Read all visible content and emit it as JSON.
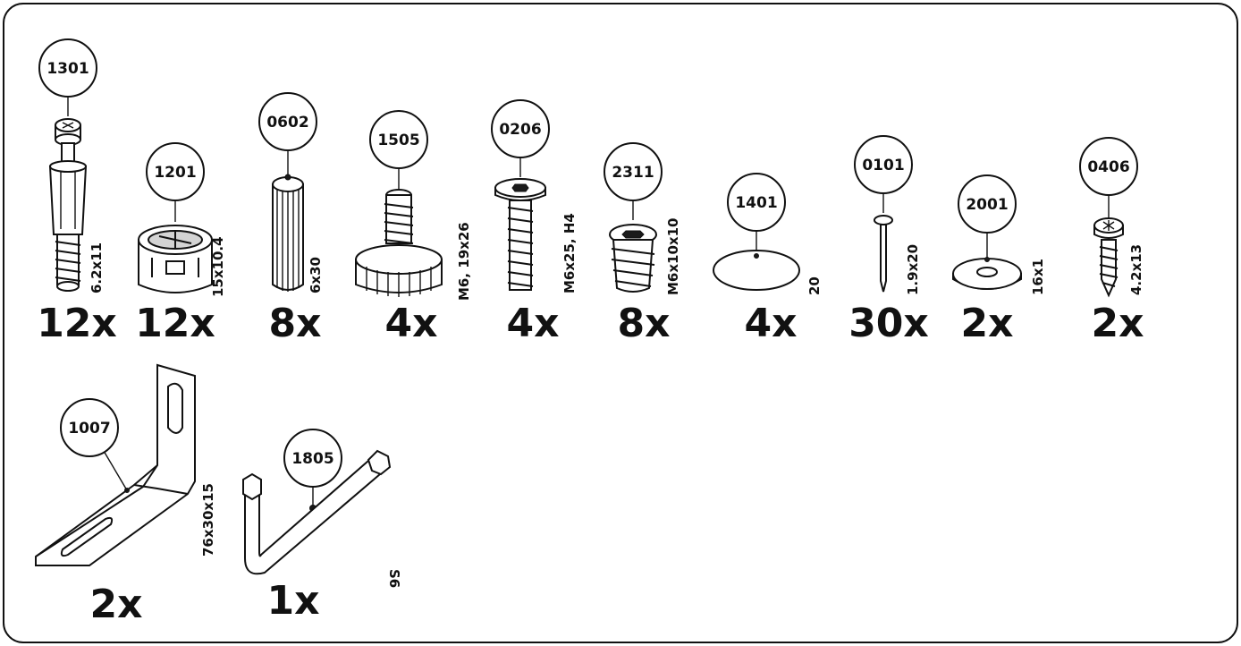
{
  "parts": [
    {
      "code": "1301",
      "dimension": "6.2x11",
      "quantity": "12x"
    },
    {
      "code": "1201",
      "dimension": "15x10.4",
      "quantity": "12x"
    },
    {
      "code": "0602",
      "dimension": "6x30",
      "quantity": "8x"
    },
    {
      "code": "1505",
      "dimension": "M6, 19x26",
      "quantity": "4x"
    },
    {
      "code": "0206",
      "dimension": "M6x25, H4",
      "quantity": "4x"
    },
    {
      "code": "2311",
      "dimension": "M6x10x10",
      "quantity": "8x"
    },
    {
      "code": "1401",
      "dimension": "20",
      "quantity": "4x"
    },
    {
      "code": "0101",
      "dimension": "1.9x20",
      "quantity": "30x"
    },
    {
      "code": "2001",
      "dimension": "16x1",
      "quantity": "2x"
    },
    {
      "code": "0406",
      "dimension": "4.2x13",
      "quantity": "2x"
    },
    {
      "code": "1007",
      "dimension": "76x30x15",
      "quantity": "2x"
    },
    {
      "code": "1805",
      "dimension": "S6",
      "quantity": "1x"
    }
  ]
}
